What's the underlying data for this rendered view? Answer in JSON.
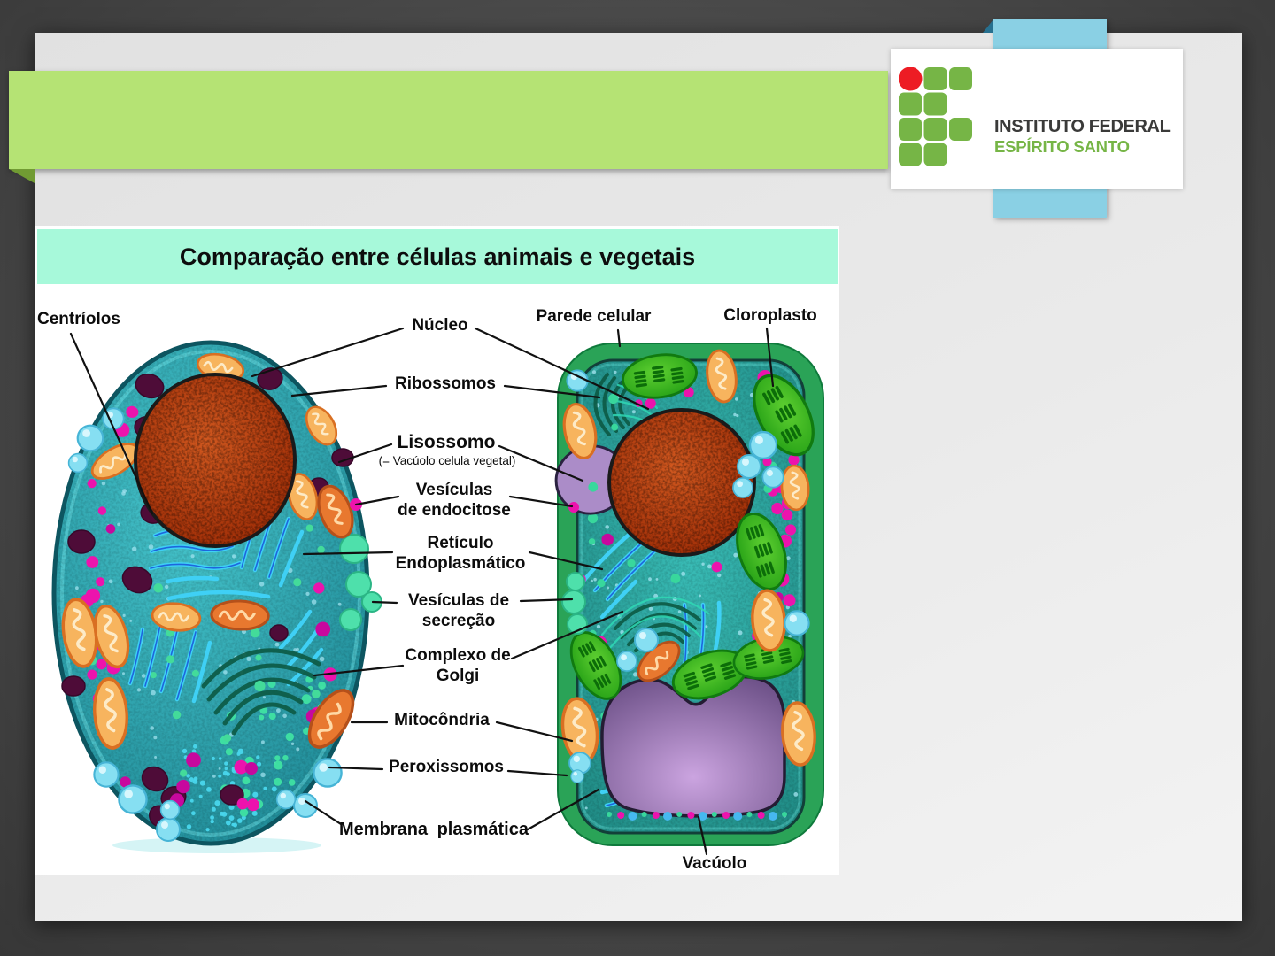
{
  "logo": {
    "line1": "INSTITUTO FEDERAL",
    "line2": "ESPÍRITO SANTO"
  },
  "diagram": {
    "title": "Comparação entre células animais e vegetais",
    "labels": {
      "centriolos": "Centríolos",
      "nucleo": "Núcleo",
      "ribossomos": "Ribossomos",
      "lisossomo": "Lisossomo",
      "lisossomo_sub": "(= Vacúolo celula vegetal)",
      "vesiculas_endocitose": "Vesículas\nde endocitose",
      "reticulo": "Retículo\nEndoplasmático",
      "vesiculas_secrecao": "Vesículas de\nsecreção",
      "complexo_golgi": "Complexo de\nGolgi",
      "mitocondria": "Mitocôndria",
      "peroxissomos": "Peroxissomos",
      "membrana_plasmatica": "Membrana plasmática",
      "parede_celular": "Parede celular",
      "cloroplasto": "Cloroplasto",
      "vacuolo": "Vacúolo"
    }
  },
  "palette": {
    "background": "#484848",
    "slide": "#eaeaea",
    "banner_green": "#b5e374",
    "banner_fold": "#719b33",
    "ribbon_blue": "#8ad0e4",
    "ribbon_fold": "#27708f",
    "mint_band": "#a7f9da",
    "label_text": "#0c0c0c",
    "leader": "#111111",
    "cyto_light": "#46c5cc",
    "cyto_dark": "#1d8794",
    "membrane_dark": "#0d5560",
    "plant_cyto_light": "#39bcb6",
    "plant_cyto_dark": "#1d8680",
    "wall_green": "#2aa357",
    "wall_dark": "#0f7a3c",
    "nucleus_light": "#d1581f",
    "nucleus_dark": "#992804",
    "nucleus_stroke": "#1a1a1a",
    "mito_fill": "#f7b45e",
    "mito_stroke": "#d96f22",
    "chloro_light": "#5ecf31",
    "chloro_dark": "#1d9a12",
    "magenta": "#ec13ad",
    "maroon": "#4e0c38",
    "cyan_vesicle": "#86dff2",
    "mint_vesicle": "#4ee0ab",
    "er_glow": "#3fd0f5",
    "er_core": "#1d66dd",
    "golgi": "#0d5b46",
    "vacuole_light": "#cba4e0",
    "vacuole_dark": "#6b4f86",
    "vacuole_stroke": "#241c33",
    "lisossomo_fill": "#ab8cc8",
    "tiny_blue": "#a5e6f2",
    "logo_green": "#76b546",
    "logo_red": "#ed1c24",
    "logo_text": "#3a3a39"
  }
}
